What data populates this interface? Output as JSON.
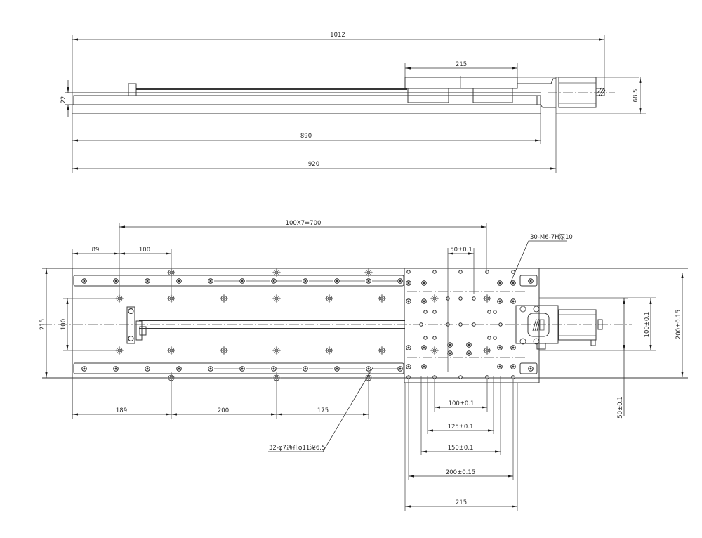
{
  "side_view": {
    "dims": {
      "overall_length": "1012",
      "carriage_width": "215",
      "base_height": "22",
      "motor_height": "68.5",
      "rail_length": "890",
      "base_length": "920"
    }
  },
  "top_view": {
    "dims": {
      "pitch": "100X7=700",
      "end_offset": "89",
      "hole_spacing": "100",
      "tap_spacing_50": "50±0.1",
      "width": "215",
      "rail_spacing": "100",
      "bottom_189": "189",
      "bottom_200": "200",
      "bottom_175": "175",
      "carriage_100": "100±0.1",
      "carriage_125": "125±0.1",
      "carriage_150": "150±0.1",
      "carriage_200": "200±0.15",
      "carriage_215": "215",
      "right_100": "100±0.1",
      "right_200": "200±0.15",
      "right_50": "50±0.1"
    },
    "callouts": {
      "tapped_holes": "30-M6-7H深10",
      "mount_holes": "32-φ7通孔φ11深6.5"
    }
  }
}
